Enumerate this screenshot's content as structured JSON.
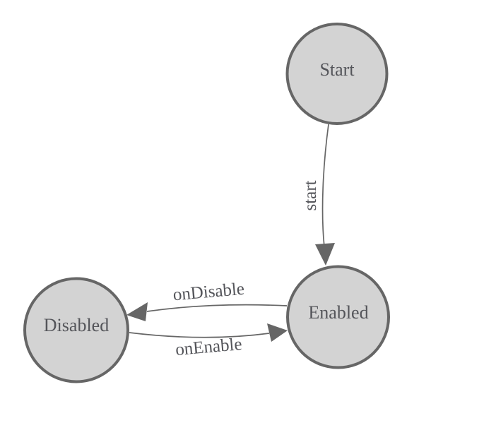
{
  "diagram": {
    "type": "state-machine",
    "background": "#ffffff",
    "colors": {
      "node_fill": "#d3d3d3",
      "node_stroke": "#666666",
      "edge_stroke": "#666666",
      "arrow_fill": "#666666",
      "text": "#54555a"
    },
    "nodes": [
      {
        "id": "start",
        "label": "Start"
      },
      {
        "id": "enabled",
        "label": "Enabled"
      },
      {
        "id": "disabled",
        "label": "Disabled"
      }
    ],
    "edges": [
      {
        "from": "start",
        "to": "enabled",
        "label": "start"
      },
      {
        "from": "enabled",
        "to": "disabled",
        "label": "onDisable"
      },
      {
        "from": "disabled",
        "to": "enabled",
        "label": "onEnable"
      }
    ]
  }
}
